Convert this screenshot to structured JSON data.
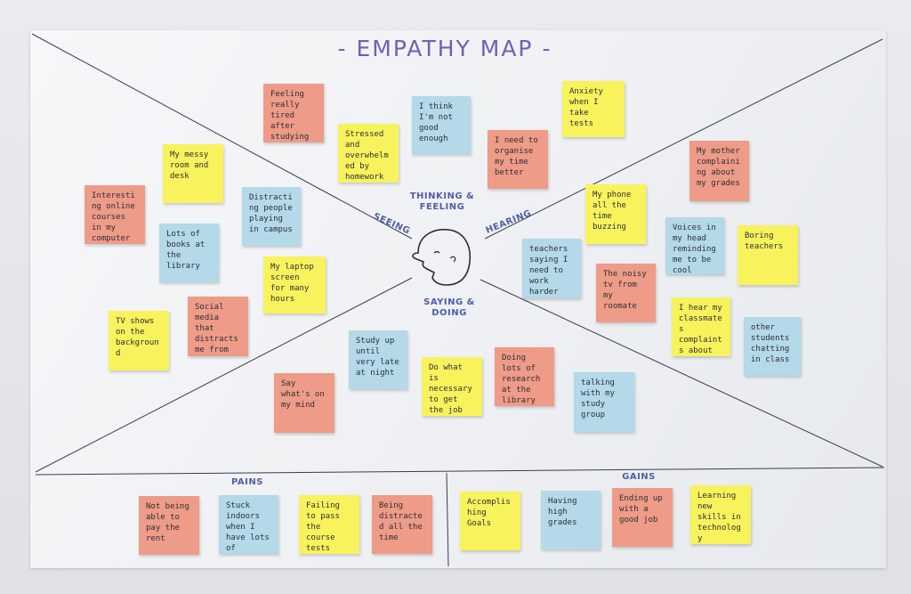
{
  "title": "- EMPATHY MAP -",
  "sections": {
    "thinking": "THINKING & FEELING",
    "seeing": "SEEING",
    "hearing": "HEARING",
    "saying": "SAYING & DOING",
    "pains": "PAINS",
    "gains": "GAINS"
  },
  "colors": {
    "pink": "#ee9b87",
    "yellow": "#f8f35c",
    "blue": "#b4d9e8",
    "ink": "#4e5fa8"
  },
  "notes": {
    "thinking": [
      "Feeling really tired after studying all night",
      "I think I'm not good enough",
      "Anxiety when I take tests",
      "Stressed and overwhelmed by homework deadlines",
      "I need to organise my time better"
    ],
    "seeing": [
      "My messy room and desk",
      "Interesting online courses in my computer",
      "Distracting people playing in campus",
      "Lots of books at the library",
      "My laptop screen for many hours",
      "TV shows on the background",
      "Social media that distracts me from work"
    ],
    "hearing": [
      "My mother complaining about my grades",
      "My phone all the time buzzing",
      "Voices in my head reminding me to be cool",
      "Boring teachers",
      "teachers saying I need to work harder",
      "The noisy tv from my roomate",
      "I hear my classmates complaints about the assesments",
      "other students chatting in class"
    ],
    "saying": [
      "Study up until very late at night",
      "Say what's on my mind",
      "Do what is necessary to get the job done",
      "Doing lots of research at the library",
      "talking with my study group"
    ],
    "pains": [
      "Not being able to pay the rent",
      "Stuck indoors when I have lots of homework",
      "Failing to pass the course tests",
      "Being distracted all the time"
    ],
    "gains": [
      "Accomplishing Goals",
      "Having high grades",
      "Ending up with a good job",
      "Learning new skills in technology"
    ]
  }
}
